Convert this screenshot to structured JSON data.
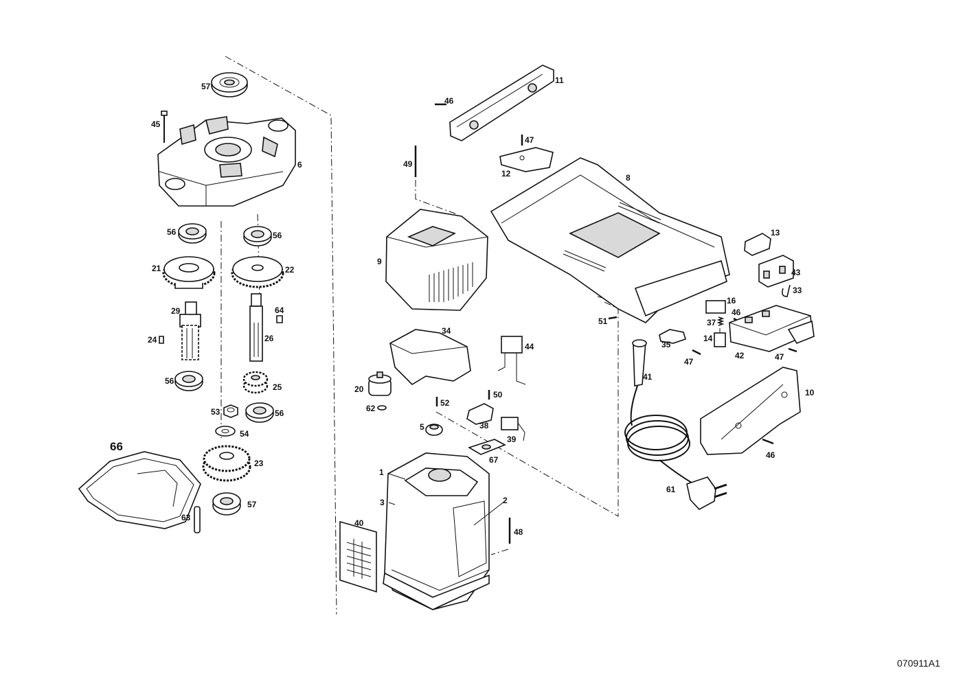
{
  "drawing_code": "070911A1",
  "callouts": {
    "p1": "1",
    "p2": "2",
    "p3": "3",
    "p5": "5",
    "p6": "6",
    "p8": "8",
    "p9": "9",
    "p10": "10",
    "p11": "11",
    "p12": "12",
    "p13": "13",
    "p14": "14",
    "p16": "16",
    "p20": "20",
    "p21": "21",
    "p22": "22",
    "p23": "23",
    "p24": "24",
    "p25": "25",
    "p26": "26",
    "p29": "29",
    "p33": "33",
    "p34": "34",
    "p35": "35",
    "p37": "37",
    "p38": "38",
    "p39": "39",
    "p40": "40",
    "p41": "41",
    "p42": "42",
    "p43": "43",
    "p44": "44",
    "p45": "45",
    "p46a": "46",
    "p46b": "46",
    "p46c": "46",
    "p47a": "47",
    "p47b": "47",
    "p47c": "47",
    "p48": "48",
    "p49": "49",
    "p50": "50",
    "p51": "51",
    "p52": "52",
    "p53": "53",
    "p54": "54",
    "p56a": "56",
    "p56b": "56",
    "p56c": "56",
    "p56d": "56",
    "p57a": "57",
    "p57b": "57",
    "p61": "61",
    "p62": "62",
    "p63": "63",
    "p64": "64",
    "p66": "66",
    "p67": "67"
  }
}
